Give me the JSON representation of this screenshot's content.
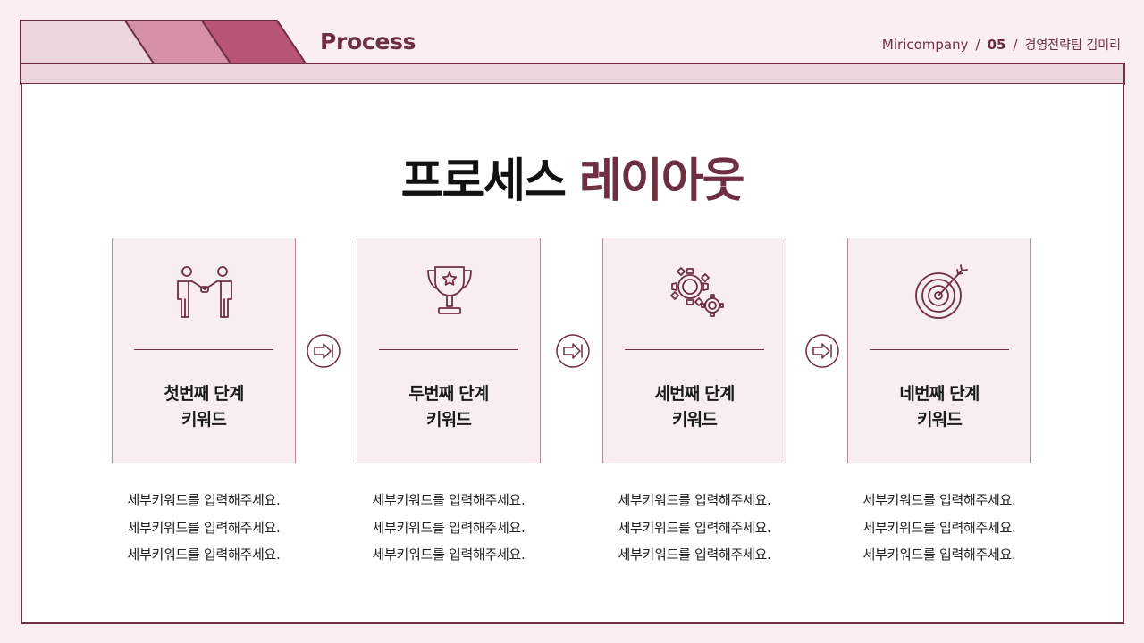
{
  "header": {
    "title": "Process",
    "company": "Miricompany",
    "separator": "/",
    "page_number": "05",
    "author": "경영전략팀 김미리"
  },
  "main": {
    "title_black": "프로세스",
    "title_accent": "레이아웃"
  },
  "steps": [
    {
      "icon": "handshake-icon",
      "title_line1": "첫번째 단계",
      "title_line2": "키워드",
      "desc": [
        "세부키워드를 입력해주세요.",
        "세부키워드를 입력해주세요.",
        "세부키워드를 입력해주세요."
      ]
    },
    {
      "icon": "trophy-icon",
      "title_line1": "두번째 단계",
      "title_line2": "키워드",
      "desc": [
        "세부키워드를 입력해주세요.",
        "세부키워드를 입력해주세요.",
        "세부키워드를 입력해주세요."
      ]
    },
    {
      "icon": "gears-icon",
      "title_line1": "세번째 단계",
      "title_line2": "키워드",
      "desc": [
        "세부키워드를 입력해주세요.",
        "세부키워드를 입력해주세요.",
        "세부키워드를 입력해주세요."
      ]
    },
    {
      "icon": "target-icon",
      "title_line1": "네번째 단계",
      "title_line2": "키워드",
      "desc": [
        "세부키워드를 입력해주세요.",
        "세부키워드를 입력해주세요.",
        "세부키워드를 입력해주세요."
      ]
    }
  ],
  "colors": {
    "accent": "#6e2f40",
    "background": "#fbeef3",
    "card": "#f8edf1",
    "tab_light": "#ecd5dd",
    "tab_mid": "#d58fa6",
    "tab_dark": "#b85574"
  }
}
